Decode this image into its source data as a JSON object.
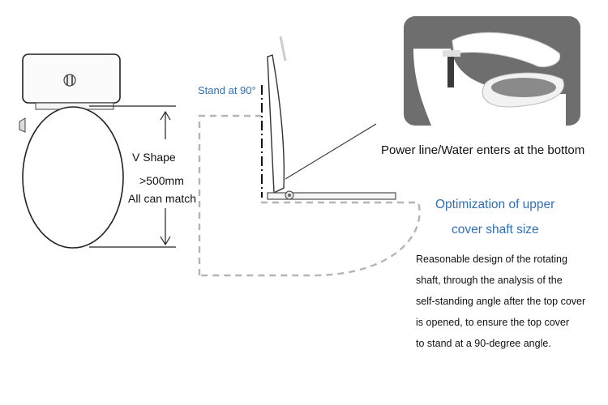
{
  "labels": {
    "v_shape": "V Shape",
    "size": ">500mm",
    "all_match": "All can match",
    "stand": "Stand at 90°",
    "power": "Power line/Water enters at the bottom",
    "opt_line1": "Optimization of upper",
    "opt_line2": "cover shaft size"
  },
  "description": [
    "Reasonable design of the rotating",
    "shaft, through the analysis of the",
    "self-standing angle after the top cover",
    "is opened, to ensure the top cover",
    "to stand at a 90-degree angle."
  ],
  "colors": {
    "accent_text": "#2f6fb8",
    "dashed_outline": "#b5b5b5",
    "photo_background": "#6e6e6e",
    "ceramic": "#ffffff"
  }
}
